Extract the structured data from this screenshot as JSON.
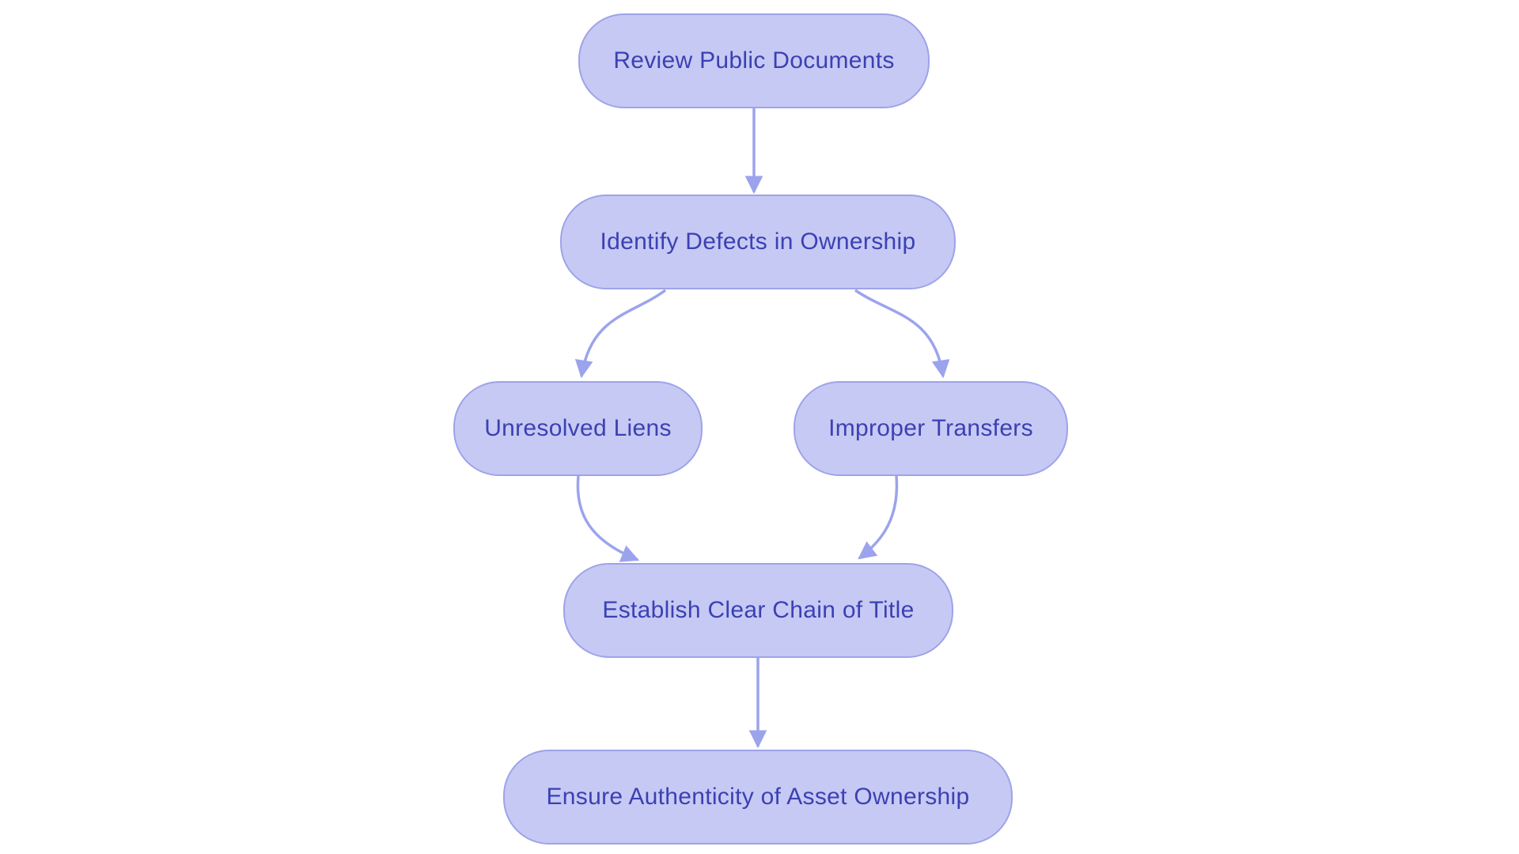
{
  "diagram": {
    "type": "flowchart",
    "direction": "top-down",
    "nodes": [
      {
        "id": "review",
        "label": "Review Public Documents"
      },
      {
        "id": "identify",
        "label": "Identify Defects in Ownership"
      },
      {
        "id": "liens",
        "label": "Unresolved Liens"
      },
      {
        "id": "transfers",
        "label": "Improper Transfers"
      },
      {
        "id": "chain",
        "label": "Establish Clear Chain of Title"
      },
      {
        "id": "ensure",
        "label": "Ensure Authenticity of Asset Ownership"
      }
    ],
    "edges": [
      {
        "from": "review",
        "to": "identify"
      },
      {
        "from": "identify",
        "to": "liens"
      },
      {
        "from": "identify",
        "to": "transfers"
      },
      {
        "from": "liens",
        "to": "chain"
      },
      {
        "from": "transfers",
        "to": "chain"
      },
      {
        "from": "chain",
        "to": "ensure"
      }
    ],
    "colors": {
      "node_fill": "#c6c9f4",
      "node_border": "#9ea3e9",
      "node_text": "#3b41b2",
      "arrow": "#9ca3ed",
      "background": "#ffffff"
    }
  }
}
